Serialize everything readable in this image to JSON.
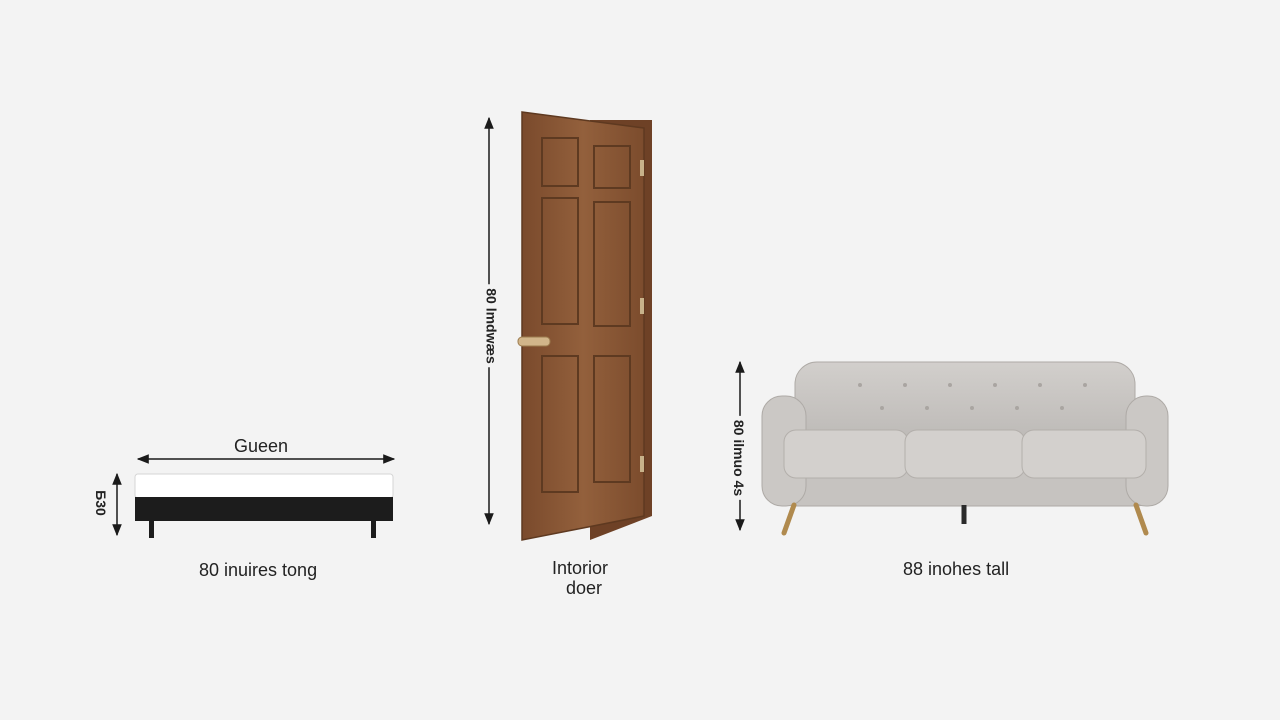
{
  "bed": {
    "top_label": "Gueen",
    "side_label": "Б30",
    "bottom_label": "80 inuires tong"
  },
  "door": {
    "side_label": "80 lmdwæs",
    "bottom_label_line1": "Intorior",
    "bottom_label_line2": "doer"
  },
  "sofa": {
    "side_label": "80 ilmuo 4s",
    "bottom_label": "88 inohes tall"
  },
  "colors": {
    "background": "#f3f3f3",
    "door_wood": "#8a5634",
    "sofa_fabric": "#c9c6c3",
    "bed_base": "#1c1c1c",
    "mattress": "#ffffff",
    "arrow": "#1a1a1a"
  }
}
